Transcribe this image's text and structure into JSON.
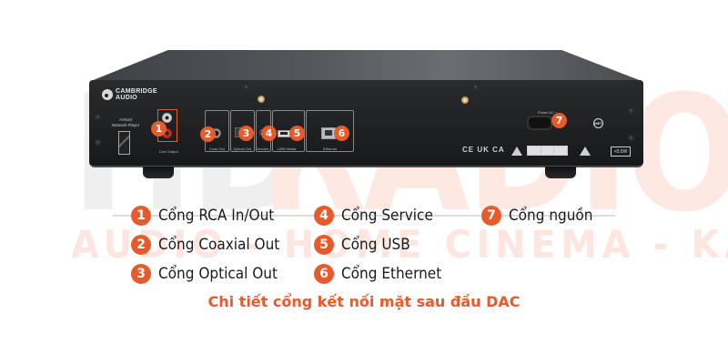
{
  "watermark": {
    "brand_left": "HD",
    "brand_right": "RADIO",
    "tagline": "AUDIO - HOME CINEMA - KARAOKE",
    "colors": {
      "gray": "#efefef",
      "pink": "#fde8e2"
    }
  },
  "device": {
    "brand_line1": "CAMBRIDGE",
    "brand_line2": "AUDIO",
    "model": "AXN10",
    "model_sub": "Network Player",
    "ports": {
      "line_output": "Line Output",
      "coax_out": "Coax Out",
      "optical_out": "Optical Out",
      "service": "Service",
      "usb_media": "USB Media",
      "ethernet": "Ethernet",
      "power_ac": "Power AC ~"
    },
    "cert_marks": "CE UK CA",
    "met_logo": "MET",
    "power_badge": "<0.5W",
    "callouts": [
      "1",
      "2",
      "3",
      "4",
      "5",
      "6",
      "7"
    ]
  },
  "legend": {
    "items": [
      {
        "num": "1",
        "label": "Cổng RCA In/Out"
      },
      {
        "num": "2",
        "label": "Cổng Coaxial Out"
      },
      {
        "num": "3",
        "label": "Cổng Optical Out"
      },
      {
        "num": "4",
        "label": "Cổng Service"
      },
      {
        "num": "5",
        "label": "Cổng USB"
      },
      {
        "num": "6",
        "label": "Cổng Ethernet"
      },
      {
        "num": "7",
        "label": "Cổng nguồn"
      }
    ]
  },
  "caption": "Chi tiết cổng kết nối mặt sau đầu DAC",
  "colors": {
    "accent": "#e85a2a",
    "text": "#1a1a1a"
  }
}
